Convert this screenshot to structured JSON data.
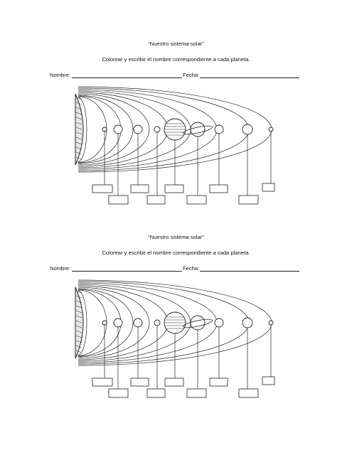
{
  "worksheets": [
    {
      "title": "“Nuestro sistema solar”",
      "instruction": "Colorear y escribir el nombre correspondiente a cada planeta.",
      "name_label": "Nombre:",
      "date_label": "Fecha:"
    },
    {
      "title": "“Nuestro sistema solar”",
      "instruction": "Colorear y escribir el nombre correspondiente a cada planeta.",
      "name_label": "Nombre:",
      "date_label": "Fecha:"
    }
  ],
  "colors": {
    "ink": "#222222",
    "paper": "#ffffff"
  }
}
